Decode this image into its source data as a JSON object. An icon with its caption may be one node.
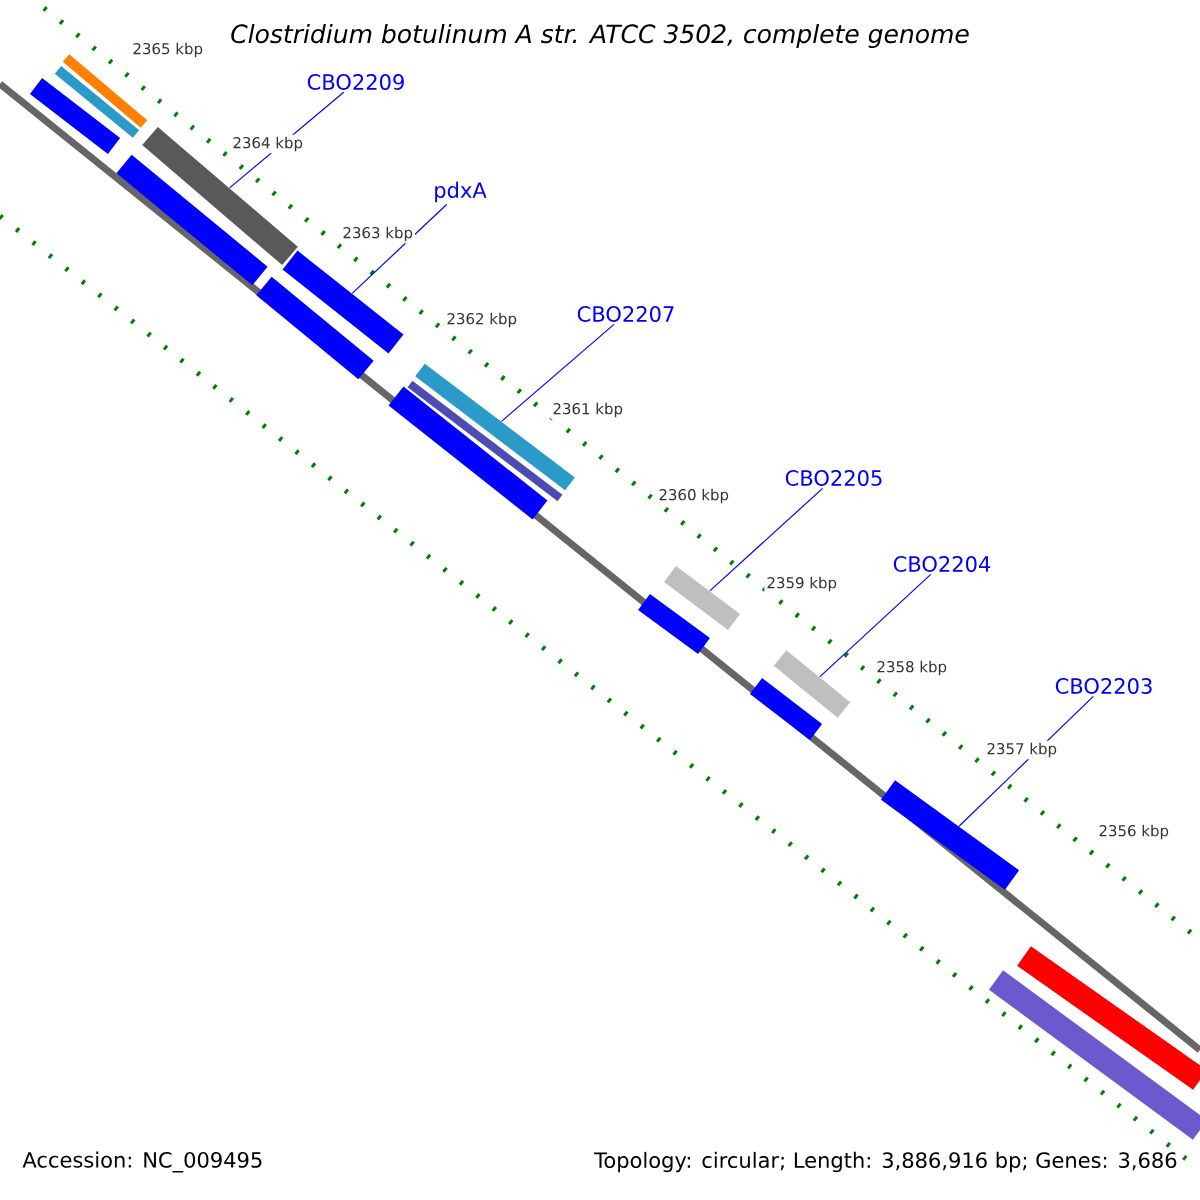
{
  "diagram": {
    "title": "Clostridium botulinum A str. ATCC 3502, complete genome",
    "nodes": [
      {
        "text": [
          "CBO2209"
        ]
      },
      {
        "text": [
          "pdxA"
        ]
      },
      {
        "text": [
          "CBO2207"
        ]
      },
      {
        "text": [
          "CBO2205"
        ]
      },
      {
        "text": [
          "CBO2204"
        ]
      },
      {
        "text": [
          "CBO2203"
        ]
      },
      {
        "text": [],
        "shape": "bar"
      },
      {
        "text": [],
        "shape": "bar"
      },
      {
        "text": [],
        "shape": "bar"
      },
      {
        "text": [],
        "shape": "bar"
      },
      {
        "text": [],
        "shape": "bar"
      },
      {
        "text": [],
        "shape": "bar"
      }
    ],
    "edges": [
      {
        "from": 0,
        "to": 6,
        "arrow": "none"
      },
      {
        "from": 1,
        "to": 7,
        "arrow": "none"
      },
      {
        "from": 2,
        "to": 8,
        "arrow": "none"
      },
      {
        "from": 3,
        "to": 9,
        "arrow": "none"
      },
      {
        "from": 4,
        "to": 10,
        "arrow": "none"
      },
      {
        "from": 5,
        "to": 11,
        "arrow": "none"
      }
    ],
    "labels": [
      "2365 kbp",
      "2364 kbp",
      "2363 kbp",
      "2362 kbp",
      "2361 kbp",
      "2360 kbp",
      "2359 kbp",
      "2358 kbp",
      "2357 kbp",
      "2356 kbp",
      "Accession: NC_009495",
      "Topology: circular; Length: 3,886,916 bp; Genes: 3,686"
    ]
  }
}
